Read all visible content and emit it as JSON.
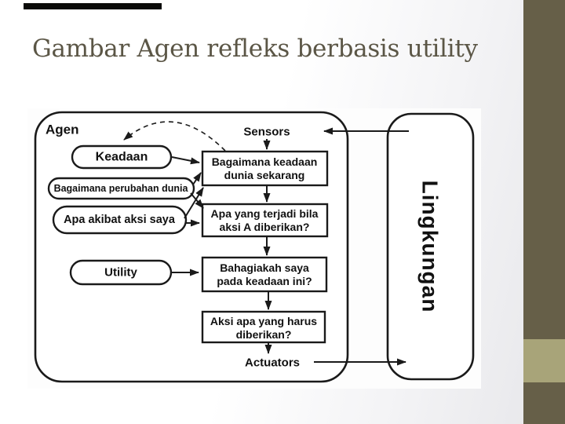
{
  "slide": {
    "title": "Gambar Agen refleks berbasis utility",
    "colors": {
      "title_text": "#5b5646",
      "sidebar_dark": "#665f48",
      "sidebar_accent": "#a8a479",
      "top_bar": "#0b0b09",
      "diagram_ink": "#1a1a1a",
      "background": "#ffffff"
    }
  },
  "diagram": {
    "agent_label": "Agen",
    "environment_label": "Lingkungan",
    "sensors_label": "Sensors",
    "actuators_label": "Actuators",
    "ellipses": {
      "state": "Keadaan",
      "world_evolves": "Bagaimana perubahan dunia",
      "actions_effect": "Apa akibat aksi saya",
      "utility": "Utility"
    },
    "boxes": {
      "world_now": {
        "line1": "Bagaimana keadaan",
        "line2": "dunia sekarang"
      },
      "what_if": {
        "line1": "Apa yang terjadi bila",
        "line2": "aksi A diberikan?"
      },
      "happy": {
        "line1": "Bahagiakah saya",
        "line2": "pada keadaan ini?"
      },
      "action": {
        "line1": "Aksi apa yang harus",
        "line2": "diberikan?"
      }
    }
  }
}
